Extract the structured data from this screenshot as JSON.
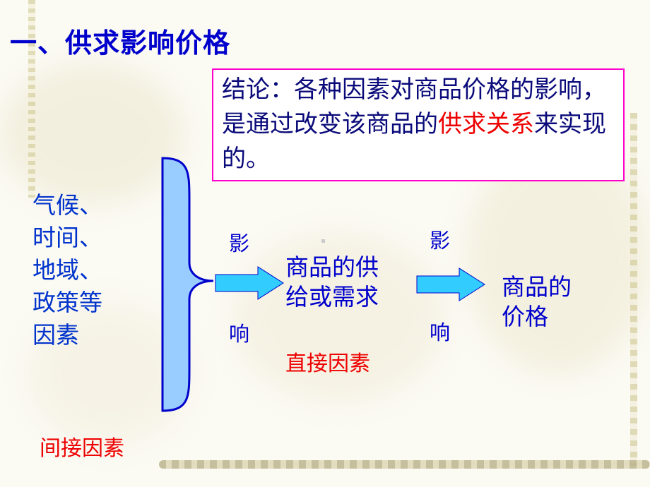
{
  "title": "一、供求影响价格",
  "conclusion": {
    "part1": "结论：各种因素对商品价格的影响，是通过改变该商品的",
    "highlight": "供求关系",
    "part2": "来实现的。"
  },
  "factors": [
    "气候、",
    "时间、",
    "地域、",
    "政策等",
    "因素"
  ],
  "indirect_label": "间接因素",
  "arrow1": {
    "top": "影",
    "bottom": "响"
  },
  "supply_demand": [
    "商品的供",
    "给或需求"
  ],
  "direct_label": "直接因素",
  "arrow2": {
    "top": "影",
    "bottom": "响"
  },
  "price": [
    "商品的",
    "价格"
  ],
  "colors": {
    "title": "#0000cc",
    "accent_red": "#ee0000",
    "border": "#ff00cc",
    "arrow_fill": "#33ccff",
    "bracket_fill": "#99ccff"
  }
}
